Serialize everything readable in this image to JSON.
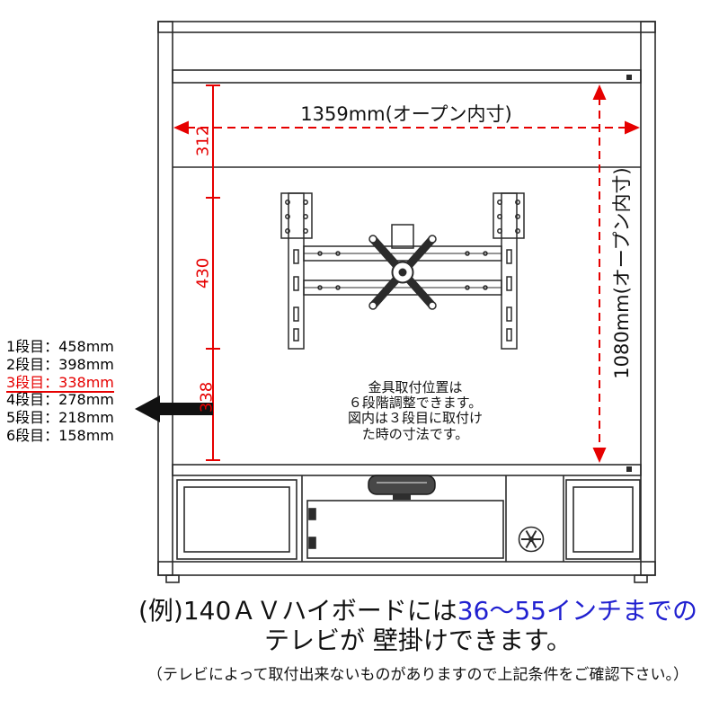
{
  "colors": {
    "line": "#2b2b2b",
    "red": "#e60000",
    "blue": "#2020d0",
    "text": "#111111"
  },
  "dimension_labels": {
    "width": "1359mm(オープン内寸)",
    "height": "1080mm(オープン内寸)",
    "segment_top": "312",
    "segment_middle": "430",
    "segment_bottom": "338"
  },
  "bracket_levels": [
    {
      "label": "1段目：458mm"
    },
    {
      "label": "2段目：398mm"
    },
    {
      "label": "3段目：338mm"
    },
    {
      "label": "4段目：278mm"
    },
    {
      "label": "5段目：218mm"
    },
    {
      "label": "6段目：158mm"
    }
  ],
  "mount_note": {
    "line1": "金具取付位置は",
    "line2": "６段階調整できます。",
    "line3": "図内は３段目に取付け",
    "line4": "た時の寸法です。"
  },
  "caption": {
    "line1_black": "(例)140ＡＶハイボードには",
    "line1_blue": "36〜55インチまでの",
    "line2": "テレビが 壁掛けできます。",
    "footnote": "（テレビによって取付出来ないものがありますので上記条件をご確認下さい。）"
  }
}
